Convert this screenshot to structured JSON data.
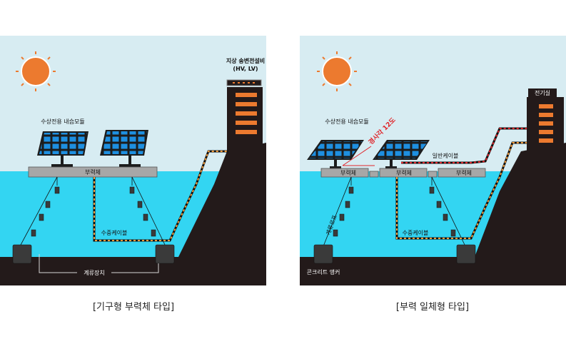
{
  "left_panel": {
    "caption": "[기구형 부력체 타입]",
    "module_label": "수상전용 내습모듈",
    "float_label": "부력체",
    "cable_label": "수중케이블",
    "mooring_label": "계류장치",
    "facility_label_line1": "지상 송변전설비",
    "facility_label_line2": "(HV, LV)"
  },
  "right_panel": {
    "caption": "[부력 일체형 타입]",
    "module_label": "수상전용 내습모듈",
    "tilt_label": "경사각 12도",
    "float_label_1": "부력체",
    "float_label_2": "부력체",
    "float_label_3": "부력체",
    "general_cable_label": "일반케이블",
    "cable_label": "수중케이블",
    "rope_label": "계류로프",
    "anchor_label": "콘크리트 앵커",
    "electric_room_label": "전기실"
  },
  "colors": {
    "sky": "#d7ecf2",
    "water": "#33d5f2",
    "ground": "#231a1a",
    "sun": "#ec7a2f",
    "panel_cell": "#1e8fe0",
    "panel_frame": "#1c1c1c",
    "float": "#a7a7a7",
    "cable_dash": "#f29a38",
    "building_window": "#ec7a2f",
    "red_cable": "#e0262b"
  }
}
